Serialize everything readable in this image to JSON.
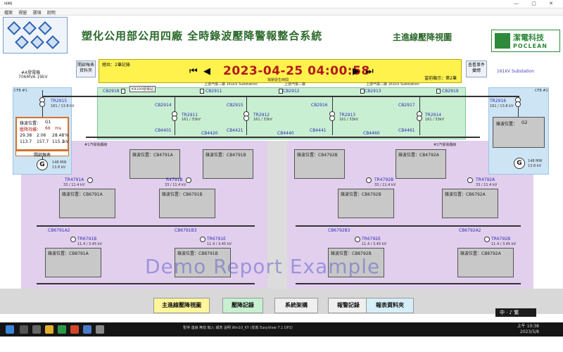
{
  "window": {
    "title": "HMI",
    "controls": "—  ▢  ✕"
  },
  "menu": [
    "檔案",
    "視窗",
    "選項",
    "說明"
  ],
  "header": {
    "system_title": "塑化公用部公用四廠 全時錄波壓降警報整合系統",
    "view_title": "主進線壓降視圖",
    "brand_cn": "潔電科技",
    "brand_en": "POCLEAN"
  },
  "banner": {
    "record_label": "總共：2筆記錄",
    "datetime": "2023-04-25 04:00:58",
    "current": "當前顯示：第2筆",
    "nav_first": "⏮",
    "nav_prev": "◀",
    "nav_next": "▶",
    "nav_last": "⏭"
  },
  "buttons": {
    "open_report": "開啟報表資料夾",
    "view_events": "查看事件彙總"
  },
  "labels": {
    "gen_a": "#A發電機",
    "gen_a_rating": "706MVA  19kV",
    "sub161": "161kV Substation",
    "cfb1": "CFB #1",
    "cfb2": "CFB #2",
    "k9100": "K9100發電站",
    "event_top": "電壓發生時間",
    "sub1": "上游汽電二廠 161kV Substation",
    "sub2": "上游汽電二廠",
    "sub3": "上游汽電二廠 161kV Substation",
    "ring1": "#1汽電電纜線",
    "ring2": "#2汽電電纜線"
  },
  "g1": {
    "fault": "錄波位置：",
    "fault_val": "G1",
    "dip_label": "壓降持續：",
    "dip_val": "66",
    "dip_unit": "ms",
    "r1": [
      "29.38",
      "2.06",
      "28.48",
      "%"
    ],
    "r2": [
      "113.7",
      "157.7",
      "115.1",
      "kV"
    ],
    "switch": "開啟報表",
    "mw": "148 MW",
    "kv": "13.8 kV"
  },
  "g2": {
    "fault": "錄波位置：",
    "fault_val": "G2",
    "mw": "148 MW",
    "kv": "13.8 kV"
  },
  "breakers_161": [
    "CB2918",
    "CB2911",
    "CB2912",
    "CB2913",
    "CB2919"
  ],
  "tr_161": [
    {
      "name": "TR2915",
      "rating": "161 / 13.8 kV"
    },
    {
      "name": "TR2916",
      "rating": "161 / 13.8 kV"
    }
  ],
  "bus33": {
    "cbs_top": [
      "CB2914",
      "CB2915",
      "CB2916",
      "CB2917"
    ],
    "trs": [
      {
        "name": "TR2911",
        "rating": "161 / 33kV"
      },
      {
        "name": "TR2912",
        "rating": "161 / 33kV"
      },
      {
        "name": "TR2913",
        "rating": "161 / 33kV"
      },
      {
        "name": "TR2914",
        "rating": "161 / 33kV"
      }
    ],
    "cbs_bottom": [
      "CB4401",
      "CB4421",
      "CB4441",
      "CB4461"
    ],
    "cbs_tie": [
      "CB4420",
      "CB4440",
      "CB4460"
    ]
  },
  "left_side": {
    "wbox_top": [
      "錄波位置：CB4791A",
      "錄波位置：CB4791B"
    ],
    "trs": [
      {
        "name": "TR4791A",
        "rating": "33 / 11.4 kV"
      },
      {
        "name": "R4791B",
        "rating": "33 / 11.4 kV"
      }
    ],
    "wbox_mid": [
      "錄波位置：CB6791A",
      "錄波位置：CB6791B"
    ],
    "cbs": [
      "CB6791A2",
      "CB6791B3"
    ],
    "trs2": [
      {
        "name": "TR6791B",
        "rating": "11.4 / 3.45 kV"
      },
      {
        "name": "TR6791E",
        "rating": "11.4 / 3.45 kV"
      }
    ],
    "wbox_bot": [
      "錄波位置：CB8791A",
      "錄波位置：CB8791B"
    ]
  },
  "right_side": {
    "wbox_top": [
      "錄波位置：CB4792B",
      "錄波位置：CB4792A"
    ],
    "trs": [
      {
        "name": "TR4792B",
        "rating": "33 / 11.4 kV"
      },
      {
        "name": "TR4792A",
        "rating": "33 / 11.4 kV"
      }
    ],
    "wbox_mid": [
      "錄波位置：CB6792B",
      "錄波位置：CB6792A"
    ],
    "cbs": [
      "CB6792B3",
      "CB6792A2"
    ],
    "trs2": [
      {
        "name": "TR6792E",
        "rating": "11.4 / 3.45 kV"
      },
      {
        "name": "TR6792B",
        "rating": "11.4 / 3.45 kV"
      }
    ],
    "wbox_bot": [
      "錄波位置：CB8792B",
      "錄波位置：CB8792A"
    ]
  },
  "watermark": "Demo Report Example",
  "nav": {
    "main": "主進線壓降視圖",
    "history": "壓降記錄",
    "system": "系統架構",
    "alarm": "報警記錄",
    "report": "報表資料夾"
  },
  "taskbar": {
    "status": "暫停  連線  無效  輸入  報表  說明   Win10_KY (安裝 EasyView 7.1 DP2)",
    "time": "上午 10:38",
    "date": "2023/5/8",
    "ime": "中 ·  ♪  繁"
  }
}
